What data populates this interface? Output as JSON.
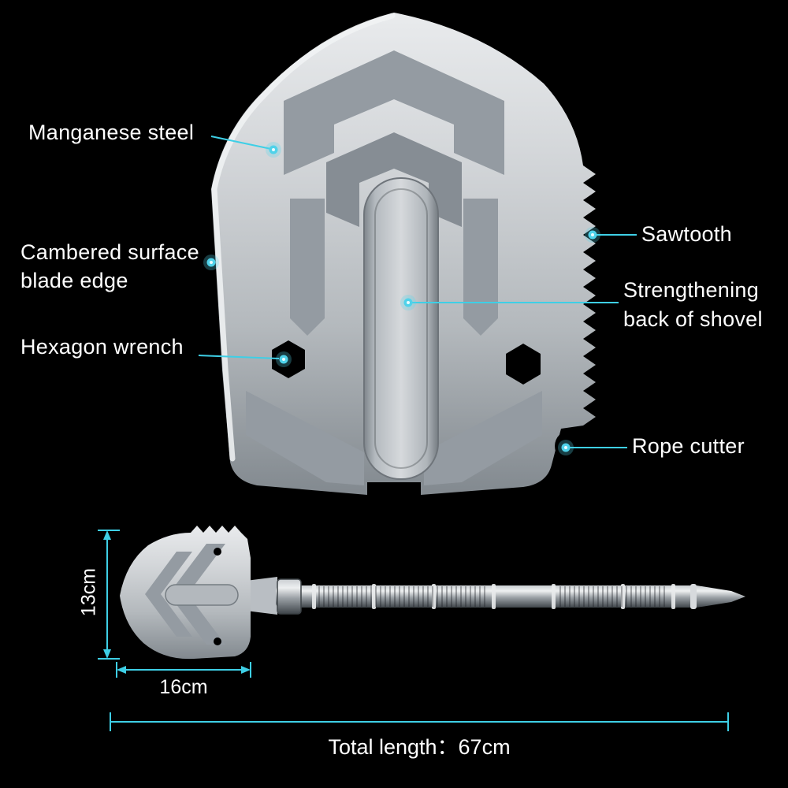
{
  "page": {
    "background": "#000000",
    "accent_color": "#3ecfe6",
    "text_color": "#ffffff"
  },
  "callouts": {
    "manganese_steel": "Manganese steel",
    "cambered_surface_line1": "Cambered surface",
    "cambered_surface_line2": "blade edge",
    "hexagon_wrench": "Hexagon wrench",
    "sawtooth": "Sawtooth",
    "strengthening_line1": "Strengthening",
    "strengthening_line2": "back of shovel",
    "rope_cutter": "Rope cutter"
  },
  "dimensions": {
    "head_length": "13cm",
    "head_width": "16cm",
    "total_length": "Total length：67cm"
  }
}
